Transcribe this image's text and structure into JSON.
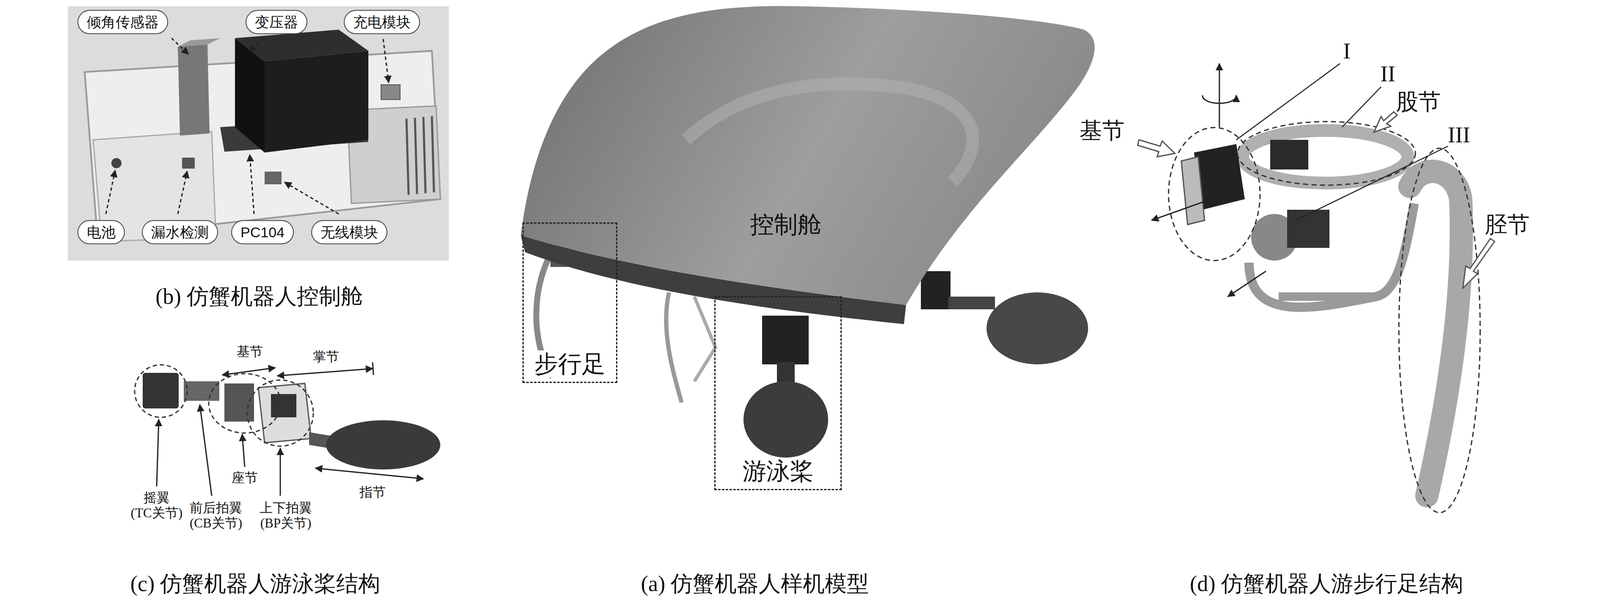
{
  "diagram": {
    "nodes": [
      {
        "text": [
          "倾角传感器"
        ]
      },
      {
        "text": [
          "变压器"
        ]
      },
      {
        "text": [
          "充电模块"
        ]
      },
      {
        "text": [
          "电池"
        ]
      },
      {
        "text": [
          "漏水检测"
        ]
      },
      {
        "text": [
          "PC104"
        ]
      },
      {
        "text": [
          "无线模块"
        ]
      },
      {
        "text": [
          "步行足"
        ]
      },
      {
        "text": [
          "游泳桨"
        ]
      }
    ],
    "labels": [
      "(b) 仿蟹机器人控制舱",
      "控制舱",
      "(a) 仿蟹机器人样机模型",
      "基节",
      "掌节",
      "摇翼 (TC关节)",
      "座节",
      "前后拍翼 (CB关节)",
      "上下拍翼 (BP关节)",
      "指节",
      "(c) 仿蟹机器人游泳桨结构",
      "基节",
      "I",
      "II",
      "股节",
      "III",
      "胫节",
      "(d) 仿蟹机器人游步行足结构"
    ]
  }
}
